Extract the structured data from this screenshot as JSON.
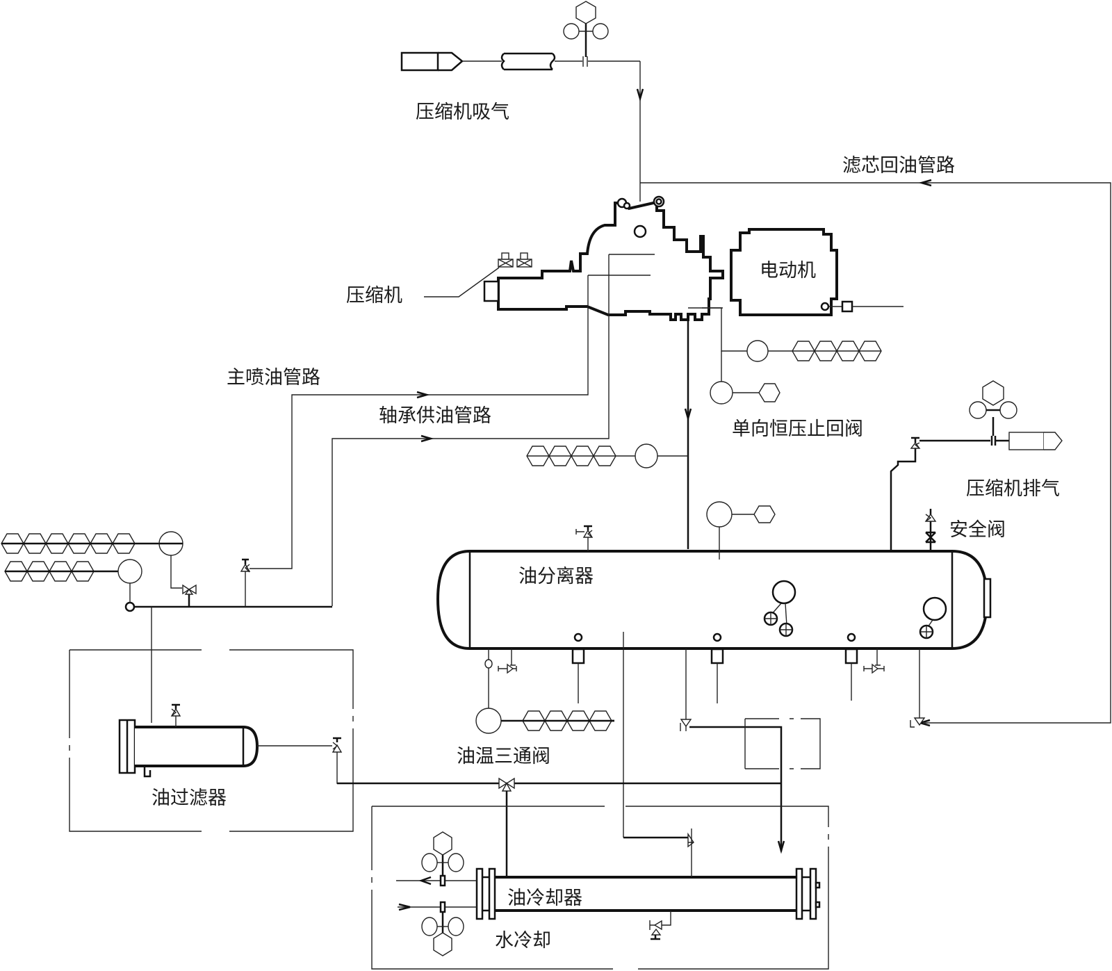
{
  "title": "Screw compressor oil system flow diagram",
  "colors": {
    "line": "#111111",
    "background": "#ffffff",
    "text": "#1a1a1a"
  },
  "labels": {
    "suction": "压缩机吸气",
    "filter_return_line": "滤芯回油管路",
    "compressor": "压缩机",
    "motor": "电动机",
    "main_injection_line": "主喷油管路",
    "bearing_supply_line": "轴承供油管路",
    "check_valve": "单向恒压止回阀",
    "discharge": "压缩机排气",
    "safety_valve": "安全阀",
    "oil_separator": "油分离器",
    "three_way_valve": "油温三通阀",
    "oil_filter": "油过滤器",
    "oil_cooler": "油冷却器",
    "water_cooling": "水冷却"
  },
  "components": [
    {
      "id": "suction-inlet",
      "name": "Compressor suction inlet",
      "icon": "pipe-end-icon"
    },
    {
      "id": "compressor",
      "name": "Compressor",
      "icon": "compressor-icon"
    },
    {
      "id": "motor",
      "name": "Electric motor",
      "icon": "motor-icon"
    },
    {
      "id": "oil-separator",
      "name": "Oil separator",
      "icon": "vessel-icon"
    },
    {
      "id": "oil-filter",
      "name": "Oil filter",
      "icon": "filter-icon"
    },
    {
      "id": "oil-cooler",
      "name": "Oil cooler",
      "icon": "heat-exchanger-icon"
    },
    {
      "id": "discharge-outlet",
      "name": "Compressor discharge outlet",
      "icon": "pipe-end-icon"
    }
  ]
}
